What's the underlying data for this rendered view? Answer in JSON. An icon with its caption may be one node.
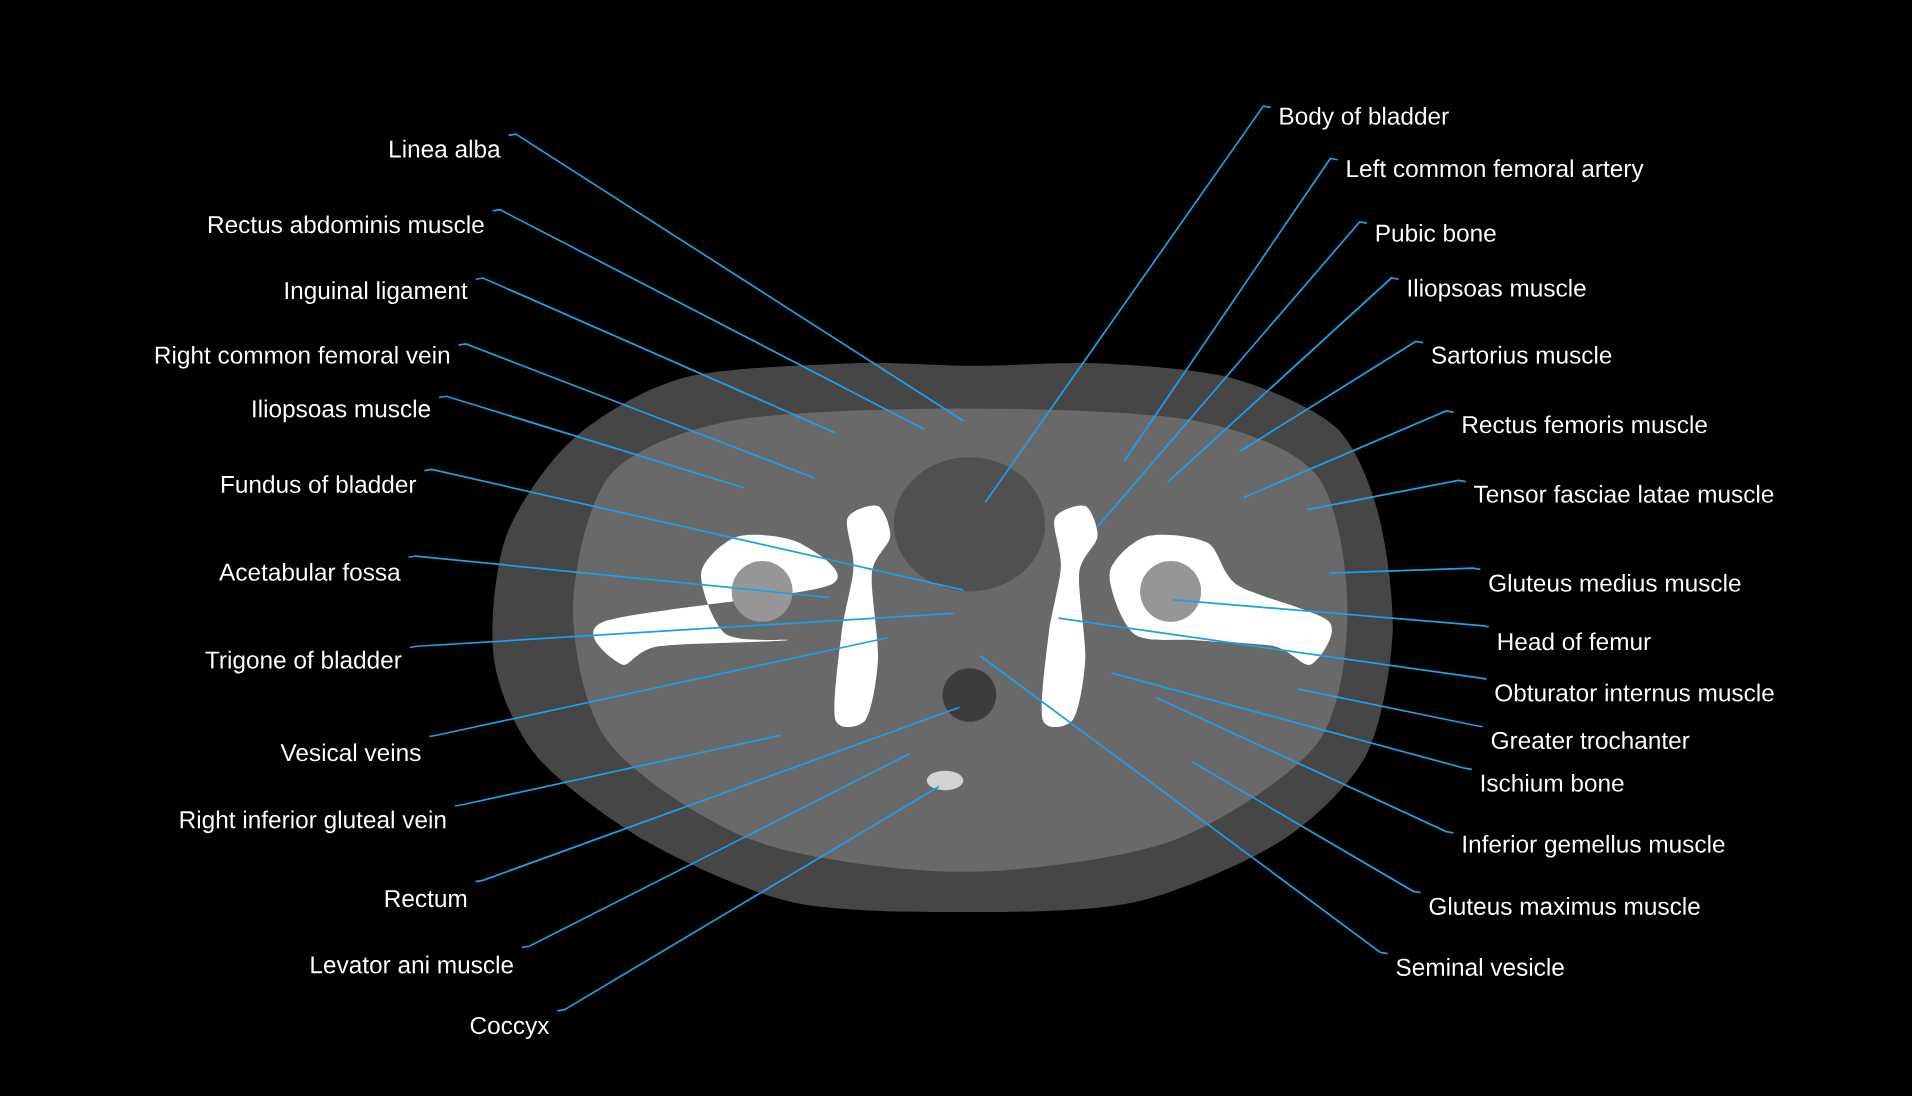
{
  "diagram": {
    "nodes": [
      {
        "text": [
          "Linea alba"
        ]
      },
      {
        "text": [
          "Rectus abdominis muscle"
        ]
      },
      {
        "text": [
          "Inguinal ligament"
        ]
      },
      {
        "text": [
          "Right common femoral vein"
        ]
      },
      {
        "text": [
          "Iliopsoas muscle"
        ]
      },
      {
        "text": [
          "Fundus of bladder"
        ]
      },
      {
        "text": [
          "Acetabular fossa"
        ]
      },
      {
        "text": [
          "Trigone of bladder"
        ]
      },
      {
        "text": [
          "Vesical veins"
        ]
      },
      {
        "text": [
          "Right inferior gluteal vein"
        ]
      },
      {
        "text": [
          "Rectum"
        ]
      },
      {
        "text": [
          "Levator ani muscle"
        ]
      },
      {
        "text": [
          "Coccyx"
        ]
      },
      {
        "text": [
          "Body of bladder"
        ]
      },
      {
        "text": [
          "Left common femoral artery"
        ]
      },
      {
        "text": [
          "Pubic bone"
        ]
      },
      {
        "text": [
          "Iliopsoas muscle"
        ]
      },
      {
        "text": [
          "Sartorius muscle"
        ]
      },
      {
        "text": [
          "Rectus femoris muscle"
        ]
      },
      {
        "text": [
          "Tensor fasciae latae muscle"
        ]
      },
      {
        "text": [
          "Gluteus medius muscle"
        ]
      },
      {
        "text": [
          "Head of femur"
        ]
      },
      {
        "text": [
          "Obturator internus muscle"
        ]
      },
      {
        "text": [
          "Greater trochanter"
        ]
      },
      {
        "text": [
          "Ischium bone"
        ]
      },
      {
        "text": [
          "Inferior gemellus muscle"
        ]
      },
      {
        "text": [
          "Gluteus maximus muscle"
        ]
      },
      {
        "text": [
          "Seminal vesicle"
        ]
      }
    ],
    "edges": [
      {
        "from": 0,
        "to": null,
        "arrow": "none"
      },
      {
        "from": 1,
        "to": null,
        "arrow": "none"
      },
      {
        "from": 2,
        "to": null,
        "arrow": "none"
      },
      {
        "from": 3,
        "to": null,
        "arrow": "none"
      },
      {
        "from": 4,
        "to": null,
        "arrow": "none"
      },
      {
        "from": 5,
        "to": null,
        "arrow": "none"
      },
      {
        "from": 6,
        "to": null,
        "arrow": "none"
      },
      {
        "from": 7,
        "to": null,
        "arrow": "none"
      },
      {
        "from": 8,
        "to": null,
        "arrow": "none"
      },
      {
        "from": 9,
        "to": null,
        "arrow": "none"
      },
      {
        "from": 10,
        "to": null,
        "arrow": "none"
      },
      {
        "from": 11,
        "to": null,
        "arrow": "none"
      },
      {
        "from": 12,
        "to": null,
        "arrow": "none"
      },
      {
        "from": 13,
        "to": null,
        "arrow": "none"
      },
      {
        "from": 14,
        "to": null,
        "arrow": "none"
      },
      {
        "from": 15,
        "to": null,
        "arrow": "none"
      },
      {
        "from": 16,
        "to": null,
        "arrow": "none"
      },
      {
        "from": 17,
        "to": null,
        "arrow": "none"
      },
      {
        "from": 18,
        "to": null,
        "arrow": "none"
      },
      {
        "from": 19,
        "to": null,
        "arrow": "none"
      },
      {
        "from": 20,
        "to": null,
        "arrow": "none"
      },
      {
        "from": 21,
        "to": null,
        "arrow": "none"
      },
      {
        "from": 22,
        "to": null,
        "arrow": "none"
      },
      {
        "from": 23,
        "to": null,
        "arrow": "none"
      },
      {
        "from": 24,
        "to": null,
        "arrow": "none"
      },
      {
        "from": 25,
        "to": null,
        "arrow": "none"
      },
      {
        "from": 26,
        "to": null,
        "arrow": "none"
      },
      {
        "from": 27,
        "to": null,
        "arrow": "none"
      }
    ]
  }
}
